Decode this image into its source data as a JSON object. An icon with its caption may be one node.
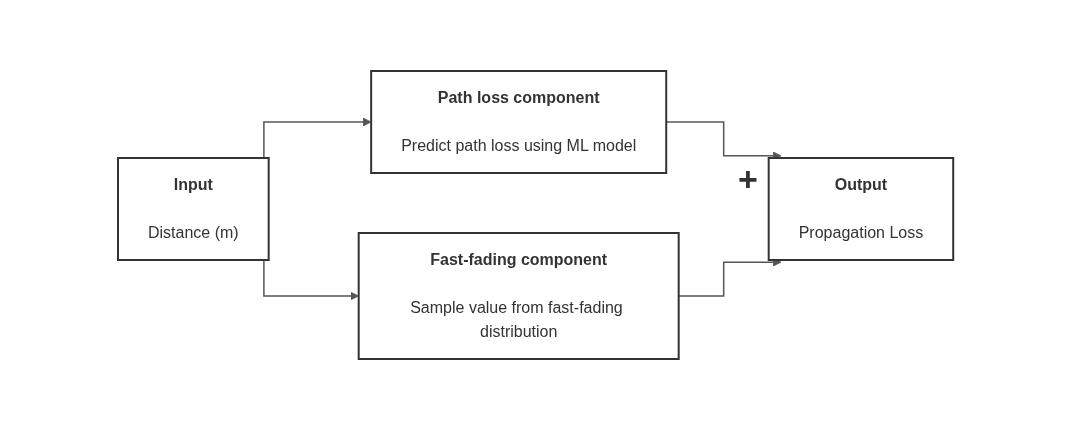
{
  "diagram": {
    "nodes": [
      {
        "text": [
          "Input",
          "Distance (m)"
        ]
      },
      {
        "text": [
          "Path loss component",
          "Predict path loss using ML model"
        ]
      },
      {
        "text": [
          "Fast-fading component",
          "Sample value from fast-fading distribution"
        ]
      },
      {
        "text": [
          "Output",
          "Propagation Loss"
        ]
      }
    ],
    "edges": [
      {
        "from": 0,
        "to": 1,
        "arrow": "to"
      },
      {
        "from": 0,
        "to": 2,
        "arrow": "to"
      },
      {
        "from": 1,
        "to": 3,
        "arrow": "to"
      },
      {
        "from": 2,
        "to": 3,
        "arrow": "to"
      }
    ],
    "labels": [
      "+"
    ]
  }
}
